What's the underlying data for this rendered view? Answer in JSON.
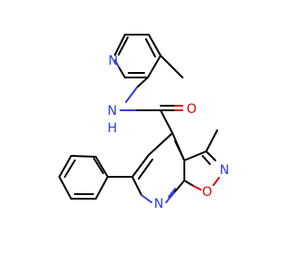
{
  "structure": {
    "atom_labels": {
      "pyridine_n": "N",
      "amide_n": "N",
      "amide_h": "H",
      "carbonyl_o": "O",
      "isoxazole_n": "N",
      "isoxazole_o": "O",
      "pyridine_core_n": "N"
    },
    "colors": {
      "bond": "#000000",
      "nitrogen": "#2f3ed6",
      "oxygen": "#e00000"
    }
  }
}
